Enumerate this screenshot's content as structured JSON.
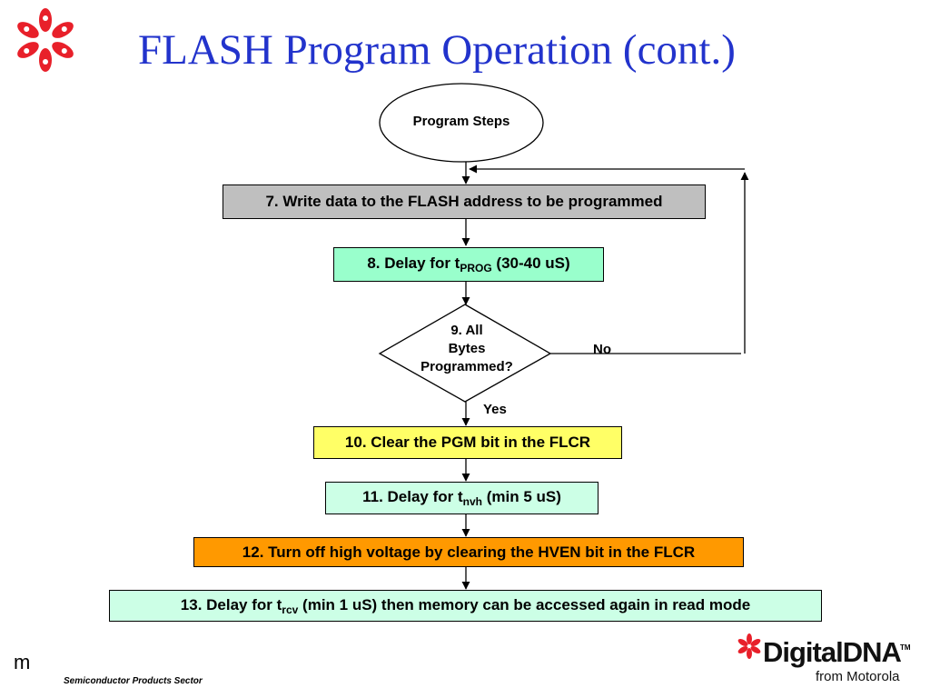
{
  "slide": {
    "title": "FLASH Program Operation (cont.)",
    "corner_char": "m",
    "footer": "Semiconductor Products Sector",
    "brand": {
      "name": "DigitalDNA",
      "tm": "TM",
      "sub": "from Motorola"
    }
  },
  "colors": {
    "title": "#2233cc",
    "logo_red": "#e8202a",
    "step7_fill": "#bfbfbf",
    "step8_fill": "#99ffcc",
    "step10_fill": "#ffff66",
    "step11_fill": "#ccffe6",
    "step12_fill": "#ff9900",
    "step13_fill": "#ccffe6"
  },
  "flowchart": {
    "start": {
      "label": "Program Steps"
    },
    "step7": {
      "text": "7. Write data to the FLASH address to be programmed"
    },
    "step8": {
      "pre": "8. Delay for t",
      "sub": "PROG",
      "post": " (30-40 uS)"
    },
    "decision9": {
      "line1": "9. All",
      "line2": "Bytes",
      "line3": "Programmed?",
      "no": "No",
      "yes": "Yes"
    },
    "step10": {
      "text": "10. Clear the PGM bit in the FLCR"
    },
    "step11": {
      "pre": "11. Delay for t",
      "sub": "nvh",
      "post": " (min 5 uS)"
    },
    "step12": {
      "text": "12. Turn off high voltage by clearing the HVEN bit in the FLCR"
    },
    "step13": {
      "pre": "13. Delay for t",
      "sub": "rcv",
      "post": " (min 1 uS) then memory can be accessed again in read mode"
    }
  }
}
